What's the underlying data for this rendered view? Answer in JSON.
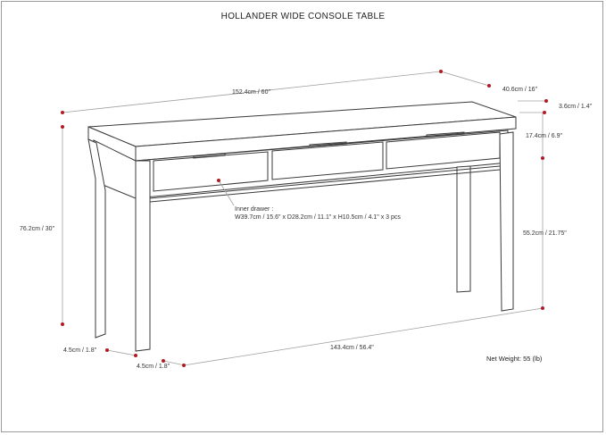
{
  "title": "HOLLANDER WIDE CONSOLE TABLE",
  "dimensions": {
    "width": "152.4cm / 60\"",
    "depth": "40.6cm / 16\"",
    "top_thickness": "3.6cm / 1.4\"",
    "apron_height": "17.4cm / 6.9\"",
    "leg_clearance": "55.2cm / 21.75\"",
    "total_height": "76.2cm / 30\"",
    "leg_width_side": "4.5cm / 1.8\"",
    "leg_width_front": "4.5cm / 1.8\"",
    "inner_width": "143.4cm / 56.4\""
  },
  "inner_drawer": {
    "heading": "Inner drawer :",
    "spec": "W39.7cm / 15.6\" x D28.2cm / 11.1\" x H10.5cm / 4.1\" x 3 pcs"
  },
  "net_weight": "Net Weight: 55 (lb)",
  "colors": {
    "line": "#3a3a3a",
    "dim_line": "#999999",
    "marker": "#b01c24"
  }
}
